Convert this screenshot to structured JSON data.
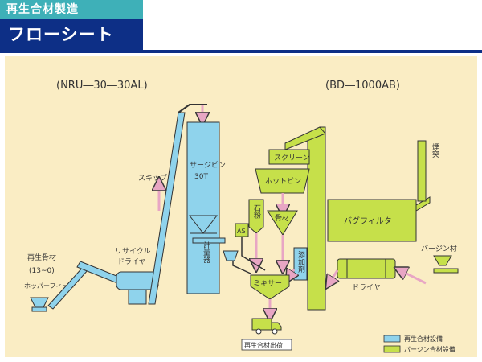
{
  "header": {
    "category": "再生合材製造",
    "title": "フローシート"
  },
  "plants": {
    "recycle_model": "(NRU―30―30AL)",
    "virgin_model": "(BD―1000AB)"
  },
  "labels": {
    "surge_bin": "サージビン",
    "surge_capacity": "30T",
    "skip": "スキップ",
    "weigher": "計量器",
    "recycle_aggregate": "再生骨材",
    "recycle_aggregate_size": "(13~0)",
    "hopper_feeder": "ホッパーフィーダ",
    "recycle_dryer": "リサイクル",
    "recycle_dryer_2": "ドライヤ",
    "screen": "スクリーン",
    "hot_bin": "ホットビン",
    "stone_powder": "石粉",
    "aggregate": "骨材",
    "asphalt": "AS",
    "additive": "添加剤",
    "mixer": "ミキサー",
    "bag_filter": "バグフィルタ",
    "chimney": "煙突",
    "virgin_material": "バージン材",
    "dryer": "ドライヤ",
    "shipment": "再生合材出荷"
  },
  "legend": [
    {
      "label": "再生合材設備",
      "color": "#8fd3ec"
    },
    {
      "label": "バージン合材設備",
      "color": "#c6e04a"
    }
  ],
  "colors": {
    "recycle": "#8fd3ec",
    "virgin": "#c6e04a",
    "arrow": "#e8a6c4",
    "outline": "#3a3a3a"
  }
}
